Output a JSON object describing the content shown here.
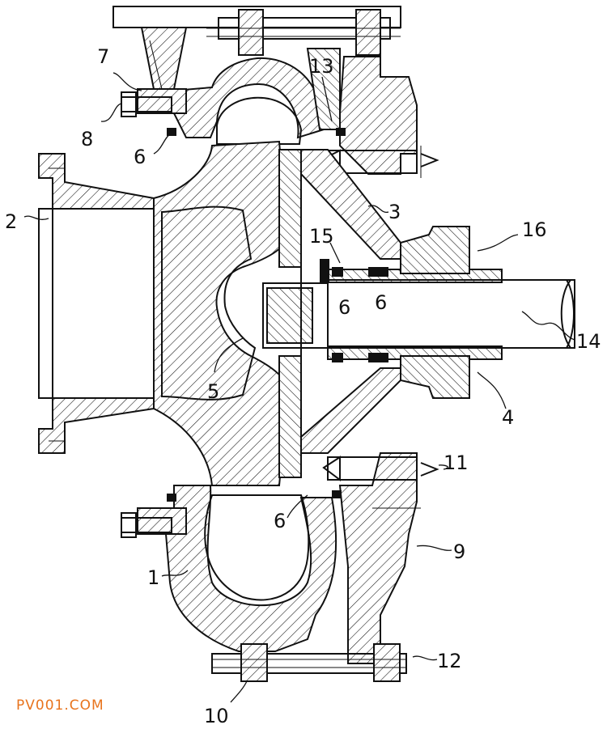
{
  "part_labels": [
    {
      "key": "1",
      "text": "1"
    },
    {
      "key": "2",
      "text": "2"
    },
    {
      "key": "3",
      "text": "3"
    },
    {
      "key": "4",
      "text": "4"
    },
    {
      "key": "5",
      "text": "5"
    },
    {
      "key": "6a",
      "text": "6"
    },
    {
      "key": "6b",
      "text": "6"
    },
    {
      "key": "6c",
      "text": "6"
    },
    {
      "key": "6d",
      "text": "6"
    },
    {
      "key": "7",
      "text": "7"
    },
    {
      "key": "8",
      "text": "8"
    },
    {
      "key": "9",
      "text": "9"
    },
    {
      "key": "10",
      "text": "10"
    },
    {
      "key": "11",
      "text": "11"
    },
    {
      "key": "12",
      "text": "12"
    },
    {
      "key": "13",
      "text": "13"
    },
    {
      "key": "14",
      "text": "14"
    },
    {
      "key": "15",
      "text": "15"
    },
    {
      "key": "16",
      "text": "16"
    }
  ],
  "watermark": {
    "text": "PV001.COM",
    "color": "#e8731c"
  }
}
